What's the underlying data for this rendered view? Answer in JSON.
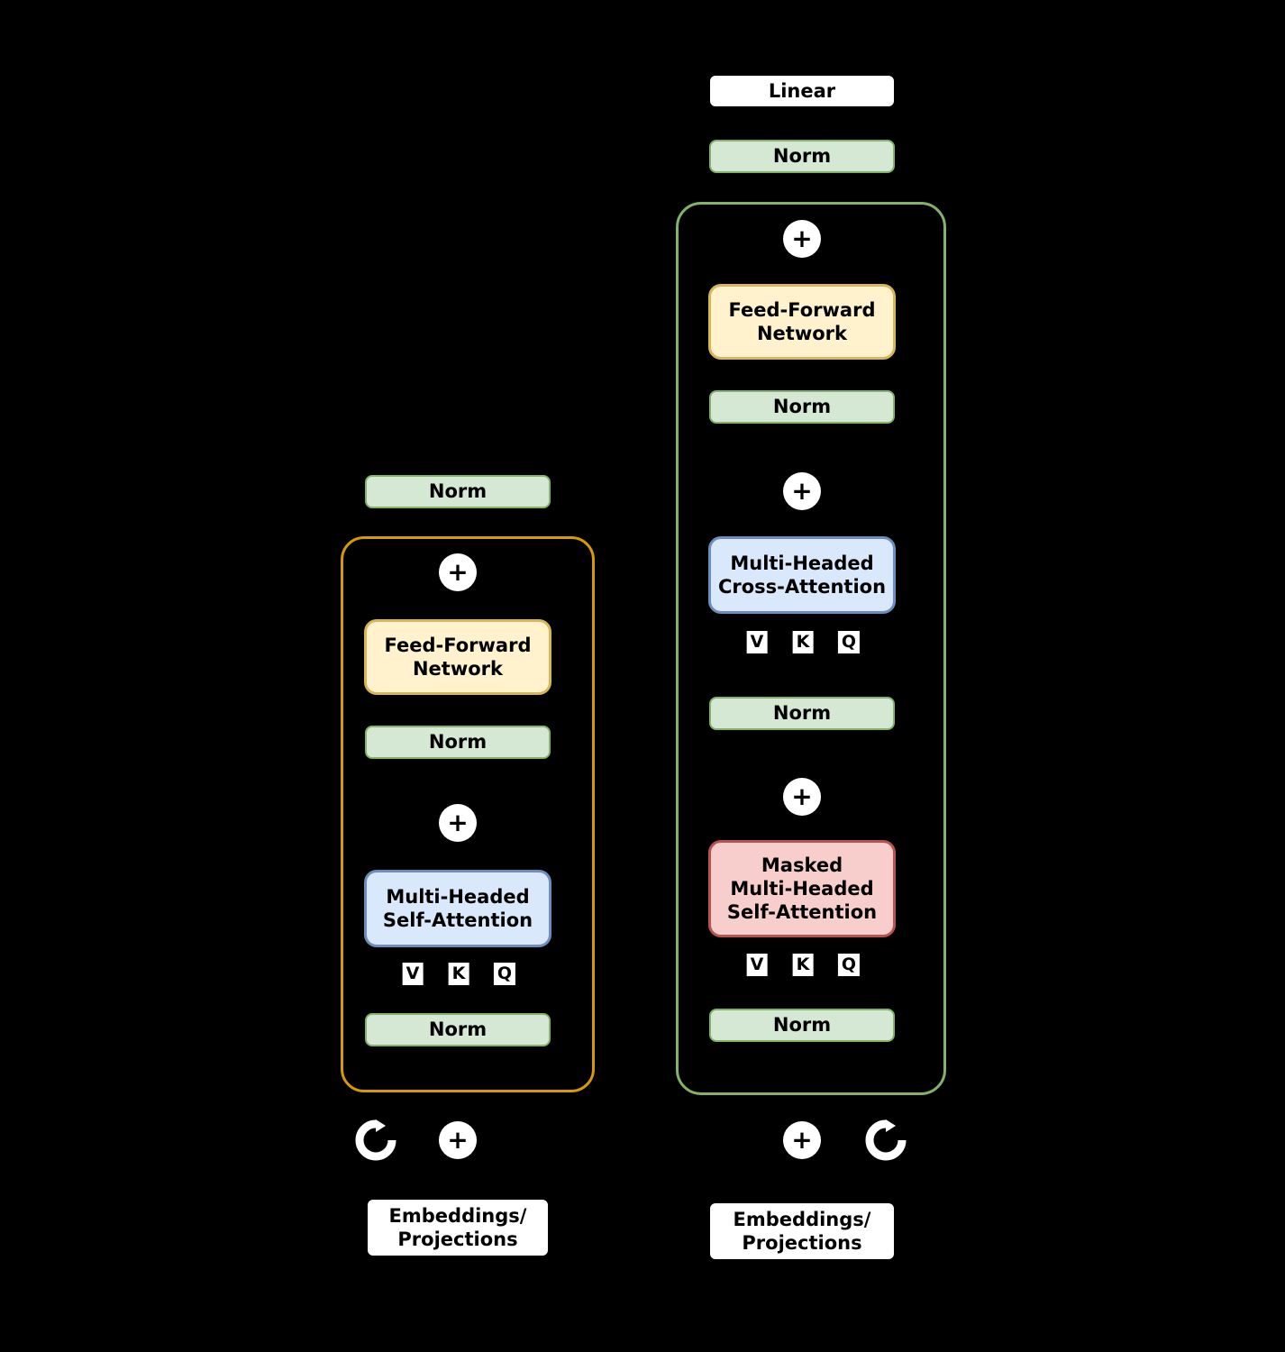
{
  "encoder": {
    "norm_out": "Norm",
    "plus_top": "+",
    "ffn": "Feed-Forward\nNetwork",
    "norm_mid": "Norm",
    "plus_mid": "+",
    "self_attention": "Multi-Headed\nSelf-Attention",
    "v": "V",
    "k": "K",
    "q": "Q",
    "norm_in": "Norm",
    "plus_in": "+",
    "embeddings": "Embeddings/\nProjections"
  },
  "decoder": {
    "linear": "Linear",
    "norm_out": "Norm",
    "plus_top": "+",
    "ffn": "Feed-Forward\nNetwork",
    "norm_ffn": "Norm",
    "plus_cross": "+",
    "cross_attention": "Multi-Headed\nCross-Attention",
    "cross_v": "V",
    "cross_k": "K",
    "cross_q": "Q",
    "norm_cross": "Norm",
    "plus_masked": "+",
    "masked_attention": "Masked\nMulti-Headed\nSelf-Attention",
    "masked_v": "V",
    "masked_k": "K",
    "masked_q": "Q",
    "norm_in": "Norm",
    "plus_in": "+",
    "embeddings": "Embeddings/\nProjections"
  },
  "colors": {
    "background": "#000000",
    "norm_fill": "#d5e8d4",
    "norm_border": "#82b366",
    "ffn_fill": "#fff2cc",
    "ffn_border": "#d6b656",
    "attention_fill": "#dae8fc",
    "attention_border": "#6c8ebf",
    "masked_fill": "#f8cecc",
    "masked_border": "#b85450",
    "encoder_outline": "#d79b00",
    "decoder_outline": "#82b366",
    "plus_circle": "#ffffff"
  }
}
